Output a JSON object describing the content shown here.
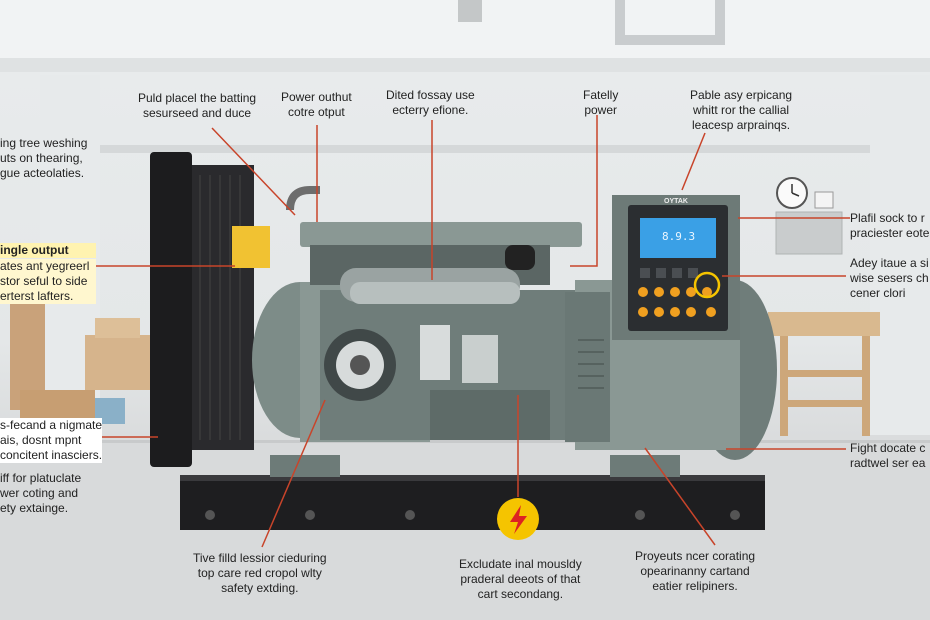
{
  "labels": {
    "top_left": "Puld placel the batting\nsesurseed and duce",
    "power_output": "Power outhut\ncotre otput",
    "dited": "Dited fossay use\necterry efione.",
    "fatelly": "Fatelly\npower",
    "pable": "Pable asy erpicang\nwhitt ror the callial\nleacesp arprainqs.",
    "left_top": "ing tree weshing\nuts on thearing,\ngue acteolaties.",
    "single_output_title": "ingle output",
    "single_output_body": "ates ant yegreerl\nstor seful to side\nerterst lafters.",
    "left_mid": "s-fecand a nigmate\nais, dosnt mpnt\nconcitent inasciers.",
    "left_bottom": "iff for platuclate\nwer coting and\nety extainge.",
    "right_top": "Plafil sock to r\npraciester eote",
    "right_mid": "Adey itaue a si\nwise sesers ch\ncener clori",
    "right_bottom": "Fight docate c\nradtwel ser ea",
    "bottom_left": "Tive filld lessior cieduring\ntop care red cropol wlty\nsafety extding.",
    "bottom_mid": "Excludate inal mousldy\npraderal deeots of that\ncart secondang.",
    "bottom_right": "Proyeuts ncer corating\nopearinanny cartand\neatier relipiners.",
    "panel_brand": "OYTAK",
    "panel_display": "8.9.3"
  },
  "colors": {
    "leader": "#c8442a",
    "body": "#7d8c88",
    "radiator": "#1c1c1e",
    "skid": "#1e1e20",
    "hazard": "#f5c400",
    "panel_screen": "#3aa0e6"
  }
}
